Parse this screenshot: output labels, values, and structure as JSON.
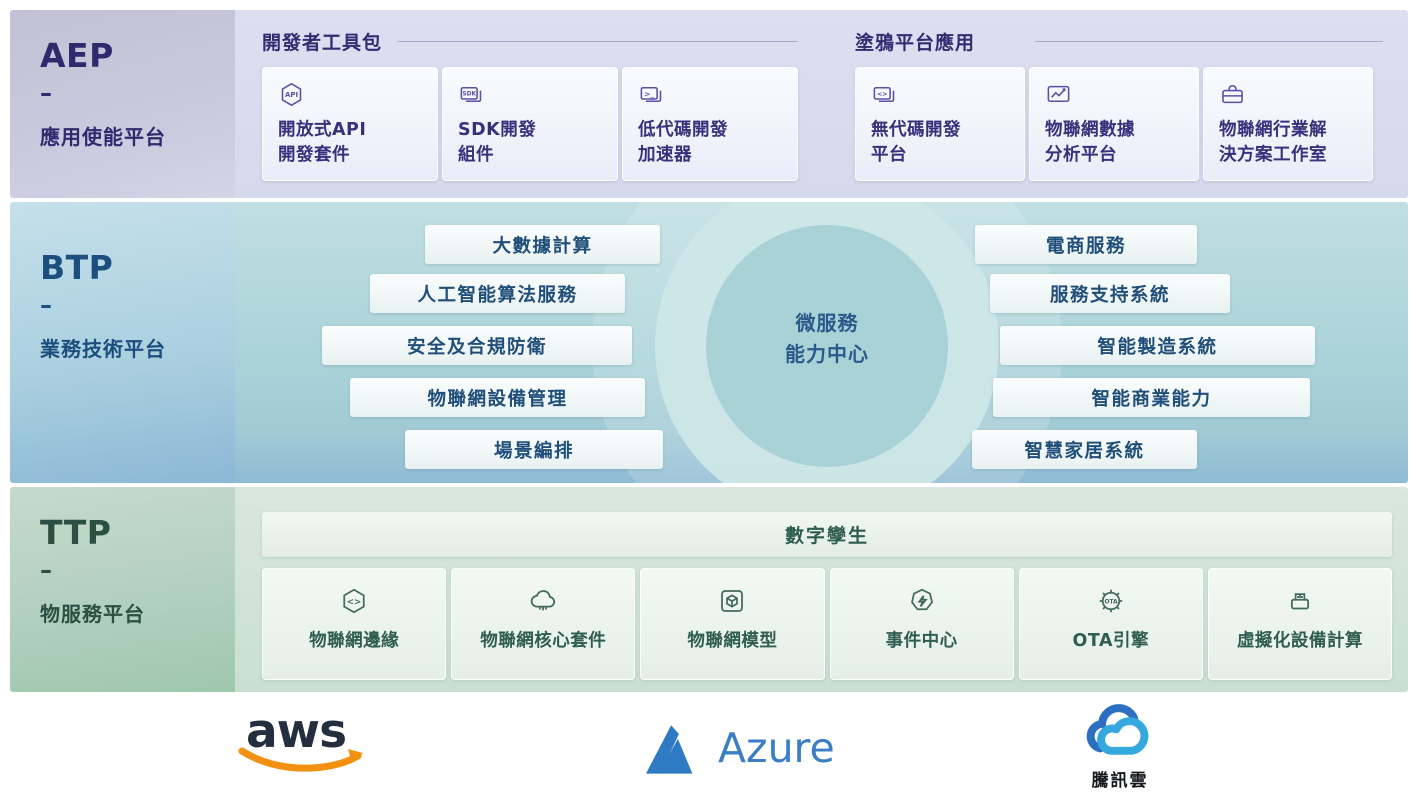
{
  "layers": {
    "aep": {
      "code": "AEP",
      "dash": "–",
      "name": "應用使能平台",
      "groups": [
        {
          "title": "開發者工具包",
          "cards": [
            {
              "icon": "open-api-icon",
              "label": "開放式API\n開發套件"
            },
            {
              "icon": "sdk-icon",
              "label": "SDK開發\n組件"
            },
            {
              "icon": "low-code-icon",
              "label": "低代碼開發\n加速器"
            }
          ]
        },
        {
          "title": "塗鴉平台應用",
          "cards": [
            {
              "icon": "no-code-icon",
              "label": "無代碼開發\n平台"
            },
            {
              "icon": "iot-data-analytics-icon",
              "label": "物聯網數據\n分析平台"
            },
            {
              "icon": "iot-solution-studio-icon",
              "label": "物聯網行業解\n決方案工作室"
            }
          ]
        }
      ]
    },
    "btp": {
      "code": "BTP",
      "dash": "–",
      "name": "業務技術平台",
      "center": "微服務\n能力中心",
      "left_pills": [
        "大數據計算",
        "人工智能算法服務",
        "安全及合規防衛",
        "物聯網設備管理",
        "場景編排"
      ],
      "right_pills": [
        "電商服務",
        "服務支持系統",
        "智能製造系統",
        "智能商業能力",
        "智慧家居系統"
      ]
    },
    "ttp": {
      "code": "TTP",
      "dash": "–",
      "name": "物服務平台",
      "banner": "數字孿生",
      "cards": [
        {
          "icon": "iot-edge-icon",
          "label": "物聯網邊緣"
        },
        {
          "icon": "iot-core-suite-icon",
          "label": "物聯網核心套件"
        },
        {
          "icon": "iot-model-icon",
          "label": "物聯網模型"
        },
        {
          "icon": "event-center-icon",
          "label": "事件中心"
        },
        {
          "icon": "ota-engine-icon",
          "label": "OTA引擎"
        },
        {
          "icon": "virtual-device-computing-icon",
          "label": "虛擬化設備計算"
        }
      ]
    }
  },
  "footer": {
    "aws_label": "aws",
    "azure_label": "Azure",
    "tencent_label": "騰訊雲"
  },
  "colors": {
    "aep_accent": "#332d78",
    "btp_accent": "#1f4e79",
    "ttp_accent": "#2d5c4e",
    "aws_navy": "#232f3e",
    "aws_orange": "#f29111",
    "azure_blue": "#2f7bc3",
    "tencent_blue_dark": "#2c6fc0",
    "tencent_blue_light": "#35a8e0"
  }
}
